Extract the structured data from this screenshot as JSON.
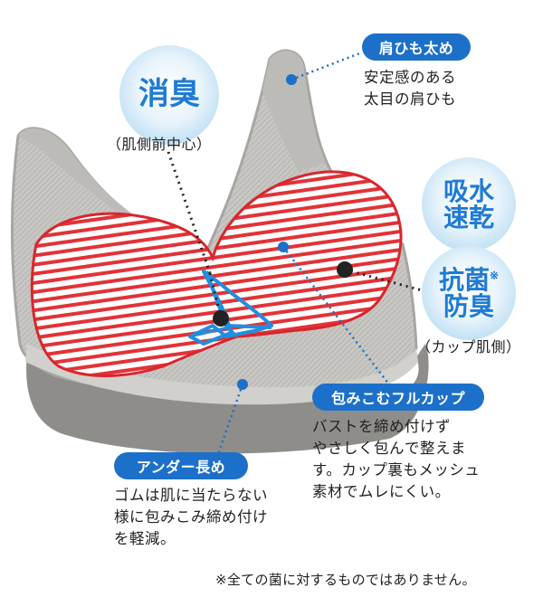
{
  "badges": {
    "deodorant": {
      "text": "消臭",
      "sub": "（肌側前中心）"
    },
    "quick_dry": {
      "line1": "吸水",
      "line2": "速乾"
    },
    "antibacterial": {
      "line1": "抗菌",
      "mark": "※",
      "line2": "防臭",
      "sub": "（カップ肌側）"
    }
  },
  "callouts": {
    "strap": {
      "title": "肩ひも太め",
      "desc": "安定感のある\n太目の肩ひも"
    },
    "cup": {
      "title": "包みこむフルカップ",
      "desc": "バストを締め付けず\nやさしく包んで整えま\nす。カップ裏もメッシュ\n素材でムレにくい。"
    },
    "under": {
      "title": "アンダー長め",
      "desc": "ゴムは肌に当たらない\n様に包みこみ締め付け\nを軽減。"
    }
  },
  "footnote": "※全ての菌に対するものではありません。",
  "colors": {
    "accent_blue": "#1d70c9",
    "cup_red": "#d9262c",
    "fabric_gray": "#b9b7b3",
    "dot_dark": "#222222"
  }
}
